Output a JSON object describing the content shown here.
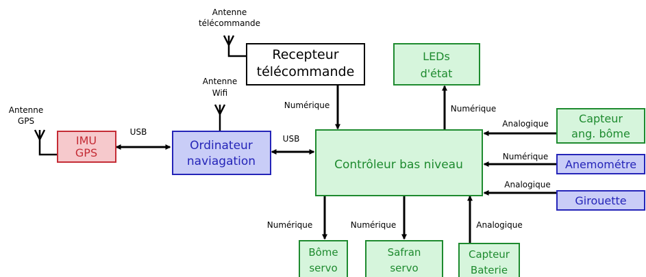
{
  "boxes": {
    "recepteur": {
      "line1": "Recepteur",
      "line2": "télécommande"
    },
    "leds": {
      "line1": "LEDs",
      "line2": "d'état"
    },
    "imu": {
      "line1": "IMU",
      "line2": "GPS"
    },
    "ordinateur": {
      "line1": "Ordinateur",
      "line2": "naviagation"
    },
    "controleur": {
      "line1": "Contrôleur bas niveau"
    },
    "capteur_bome": {
      "line1": "Capteur",
      "line2": "ang. bôme"
    },
    "anemometre": {
      "line1": "Anemométre"
    },
    "girouette": {
      "line1": "Girouette"
    },
    "bome_servo": {
      "line1": "Bôme",
      "line2": "servo"
    },
    "safran_servo": {
      "line1": "Safran",
      "line2": "servo"
    },
    "capteur_batterie": {
      "line1": "Capteur",
      "line2": "Baterie"
    }
  },
  "antennas": {
    "telecommande": {
      "line1": "Antenne",
      "line2": "télécommande"
    },
    "wifi": {
      "line1": "Antenne",
      "line2": "Wifi"
    },
    "gps": {
      "line1": "Antenne",
      "line2": "GPS"
    }
  },
  "links": {
    "usb_imu": "USB",
    "usb_ordinateur": "USB",
    "recepteur_num": "Numérique",
    "leds_num": "Numérique",
    "bome_analog": "Analogique",
    "anemo_num": "Numérique",
    "girouette_analog": "Analogique",
    "bome_servo_num": "Numérique",
    "safran_servo_num": "Numérique",
    "batterie_analog": "Analogique"
  },
  "colors": {
    "green": "#1d8a2e",
    "blue": "#2424b8",
    "red": "#c42b34"
  }
}
